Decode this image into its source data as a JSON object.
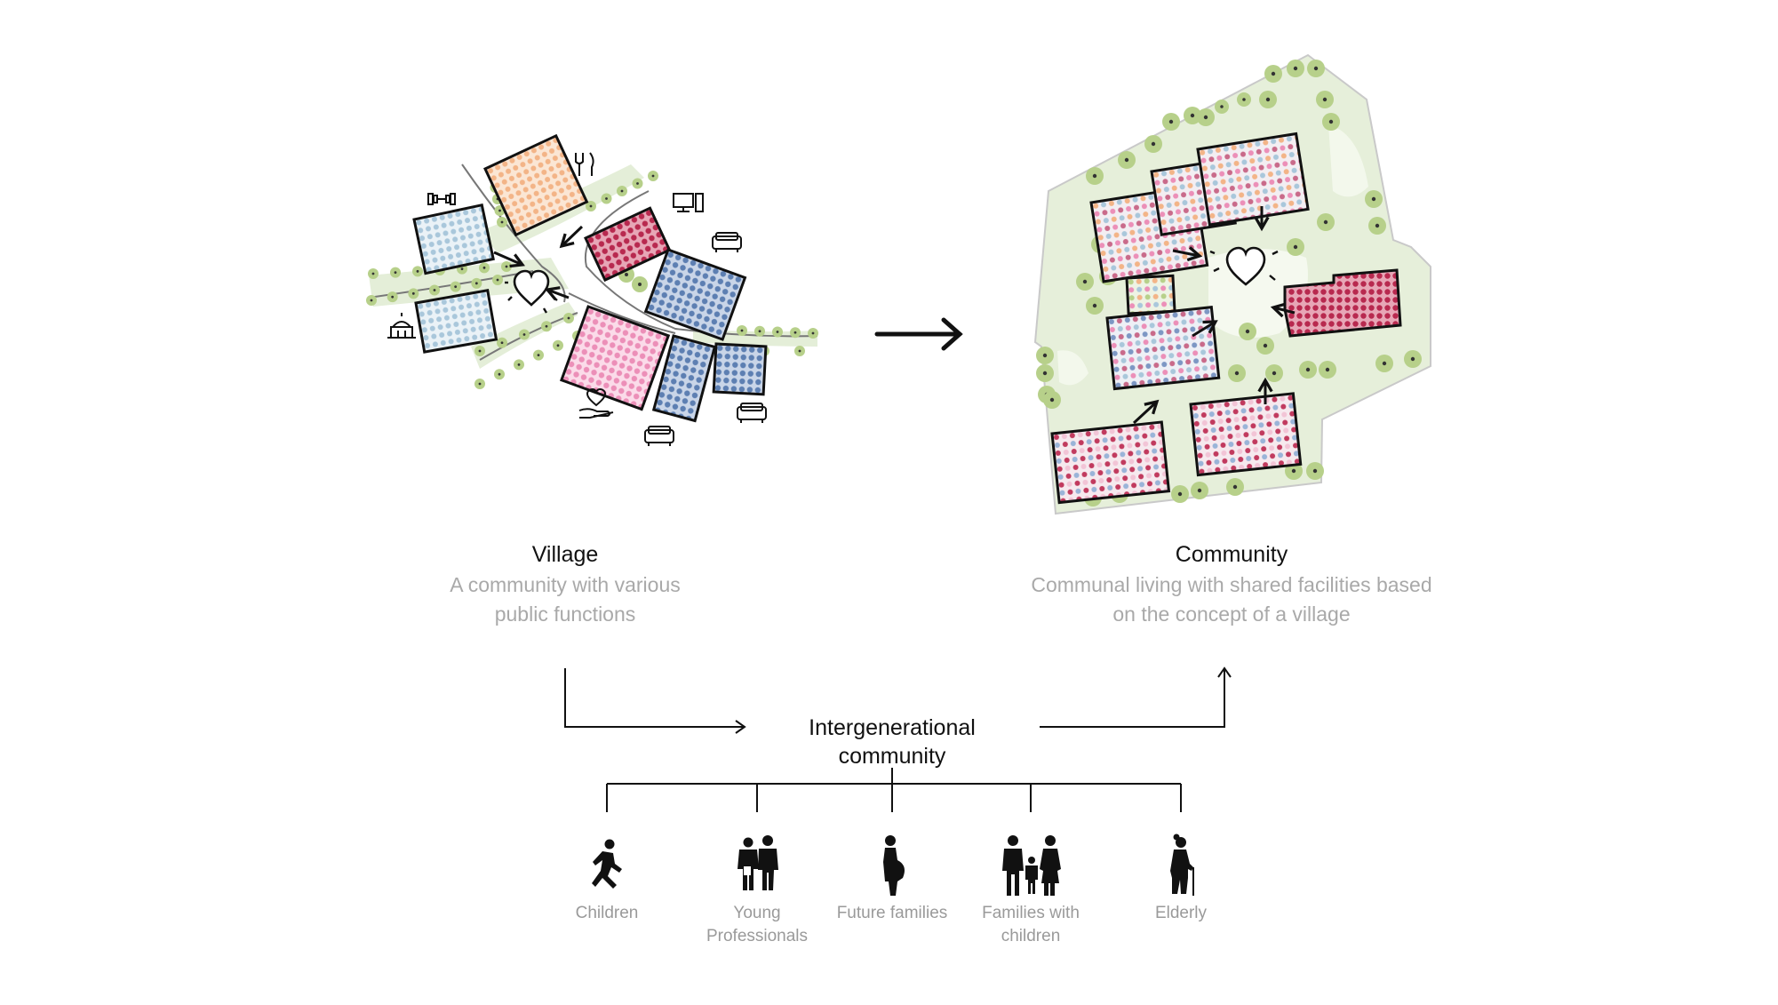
{
  "village": {
    "title": "Village",
    "subtitle_line1": "A community with various",
    "subtitle_line2": "public functions"
  },
  "community": {
    "title": "Community",
    "subtitle_line1": "Communal living with shared facilities based",
    "subtitle_line2": "on the concept of a village"
  },
  "center": {
    "line1": "Intergenerational",
    "line2": "community"
  },
  "groups": [
    {
      "line1": "Children",
      "line2": "",
      "icon": "child-running-icon"
    },
    {
      "line1": "Young",
      "line2": "Professionals",
      "icon": "young-professionals-icon"
    },
    {
      "line1": "Future families",
      "line2": "",
      "icon": "pregnant-woman-icon"
    },
    {
      "line1": "Families with",
      "line2": "children",
      "icon": "family-icon"
    },
    {
      "line1": "Elderly",
      "line2": "",
      "icon": "elderly-with-cane-icon"
    }
  ],
  "colors": {
    "tree": "#b7d08a",
    "park": "#e4eed8",
    "peach": "#f6cba9",
    "lightblue": "#b8d3e2",
    "crimson": "#c13a5e",
    "pink": "#ef9bc0",
    "slate": "#6f8fbf",
    "ink": "#111111",
    "grey_text": "#a9a9a9"
  }
}
